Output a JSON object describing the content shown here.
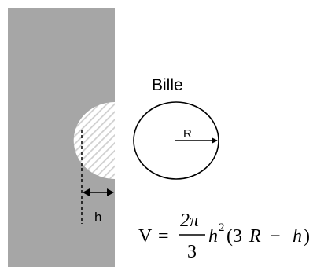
{
  "labels": {
    "ball": "Bille",
    "radius": "R",
    "depth": "h"
  },
  "formula": {
    "lhs": "V",
    "equals": "=",
    "numerator": "2π",
    "denominator": "3",
    "h": "h",
    "exponent": "2",
    "paren_open": "(3",
    "R": "R",
    "minus": "−",
    "h2": "h",
    "paren_close": ")"
  },
  "colors": {
    "block": "#a6a6a6",
    "hatch": "#d0d0d0",
    "line": "#000000"
  }
}
